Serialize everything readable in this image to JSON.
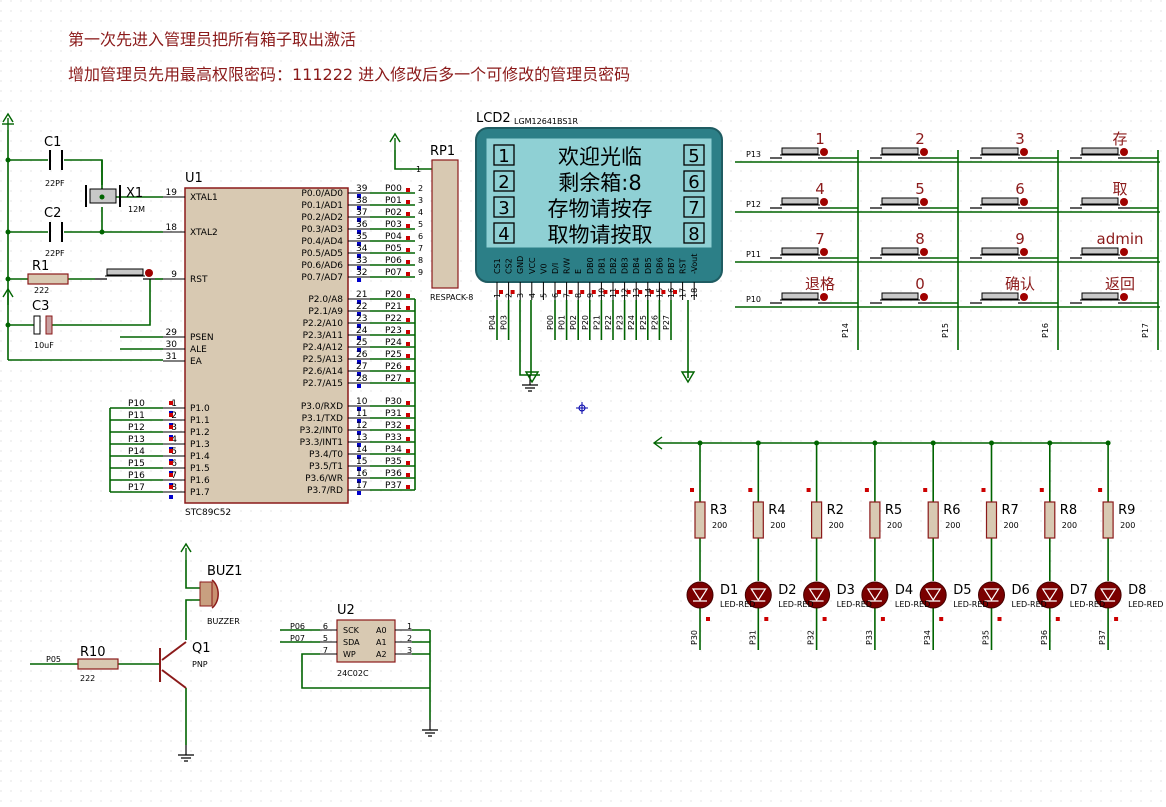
{
  "notes": {
    "line1": "第一次先进入管理员把所有箱子取出激活",
    "line2": "增加管理员先用最高权限密码：111222 进入修改后多一个可修改的管理员密码"
  },
  "mcu": {
    "ref": "U1",
    "part": "STC89C52",
    "left_pins": [
      {
        "num": "19",
        "name": "XTAL1"
      },
      {
        "num": "18",
        "name": "XTAL2"
      },
      {
        "num": "9",
        "name": "RST"
      },
      {
        "num": "29",
        "name": "PSEN"
      },
      {
        "num": "30",
        "name": "ALE"
      },
      {
        "num": "31",
        "name": "EA"
      },
      {
        "num": "1",
        "name": "P1.0",
        "net": "P10"
      },
      {
        "num": "2",
        "name": "P1.1",
        "net": "P11"
      },
      {
        "num": "3",
        "name": "P1.2",
        "net": "P12"
      },
      {
        "num": "4",
        "name": "P1.3",
        "net": "P13"
      },
      {
        "num": "5",
        "name": "P1.4",
        "net": "P14"
      },
      {
        "num": "6",
        "name": "P1.5",
        "net": "P15"
      },
      {
        "num": "7",
        "name": "P1.6",
        "net": "P16"
      },
      {
        "num": "8",
        "name": "P1.7",
        "net": "P17"
      }
    ],
    "right_pins": [
      {
        "num": "39",
        "name": "P0.0/AD0",
        "net": "P00"
      },
      {
        "num": "38",
        "name": "P0.1/AD1",
        "net": "P01"
      },
      {
        "num": "37",
        "name": "P0.2/AD2",
        "net": "P02"
      },
      {
        "num": "36",
        "name": "P0.3/AD3",
        "net": "P03"
      },
      {
        "num": "35",
        "name": "P0.4/AD4",
        "net": "P04"
      },
      {
        "num": "34",
        "name": "P0.5/AD5",
        "net": "P05"
      },
      {
        "num": "33",
        "name": "P0.6/AD6",
        "net": "P06"
      },
      {
        "num": "32",
        "name": "P0.7/AD7",
        "net": "P07"
      },
      {
        "num": "21",
        "name": "P2.0/A8",
        "net": "P20"
      },
      {
        "num": "22",
        "name": "P2.1/A9",
        "net": "P21"
      },
      {
        "num": "23",
        "name": "P2.2/A10",
        "net": "P22"
      },
      {
        "num": "24",
        "name": "P2.3/A11",
        "net": "P23"
      },
      {
        "num": "25",
        "name": "P2.4/A12",
        "net": "P24"
      },
      {
        "num": "26",
        "name": "P2.5/A13",
        "net": "P25"
      },
      {
        "num": "27",
        "name": "P2.6/A14",
        "net": "P26"
      },
      {
        "num": "28",
        "name": "P2.7/A15",
        "net": "P27"
      },
      {
        "num": "10",
        "name": "P3.0/RXD",
        "net": "P30"
      },
      {
        "num": "11",
        "name": "P3.1/TXD",
        "net": "P31"
      },
      {
        "num": "12",
        "name": "P3.2/INT0",
        "net": "P32"
      },
      {
        "num": "13",
        "name": "P3.3/INT1",
        "net": "P33"
      },
      {
        "num": "14",
        "name": "P3.4/T0",
        "net": "P34"
      },
      {
        "num": "15",
        "name": "P3.5/T1",
        "net": "P35"
      },
      {
        "num": "16",
        "name": "P3.6/WR",
        "net": "P36"
      },
      {
        "num": "17",
        "name": "P3.7/RD",
        "net": "P37"
      }
    ]
  },
  "passives": {
    "c1": {
      "ref": "C1",
      "value": "22PF"
    },
    "c2": {
      "ref": "C2",
      "value": "22PF"
    },
    "x1": {
      "ref": "X1",
      "value": "12M"
    },
    "r1": {
      "ref": "R1",
      "value": "222"
    },
    "c3": {
      "ref": "C3",
      "value": "10uF"
    },
    "rp1": {
      "ref": "RP1",
      "value": "RESPACK-8"
    },
    "r10": {
      "ref": "R10",
      "value": "222"
    }
  },
  "lcd": {
    "ref": "LCD2",
    "part": "LGM12641BS1R",
    "left_nums": [
      "1",
      "2",
      "3",
      "4"
    ],
    "right_nums": [
      "5",
      "6",
      "7",
      "8"
    ],
    "rows": [
      "欢迎光临",
      "剩余箱:8",
      "存物请按存",
      "取物请按取"
    ],
    "pins": [
      {
        "num": "1",
        "name": "CS1",
        "net": "P04"
      },
      {
        "num": "2",
        "name": "CS2",
        "net": "P03"
      },
      {
        "num": "3",
        "name": "GND",
        "net": ""
      },
      {
        "num": "4",
        "name": "VCC",
        "net": ""
      },
      {
        "num": "5",
        "name": "V0",
        "net": ""
      },
      {
        "num": "6",
        "name": "D/I",
        "net": "P00"
      },
      {
        "num": "7",
        "name": "R/W",
        "net": "P01"
      },
      {
        "num": "8",
        "name": "E",
        "net": "P02"
      },
      {
        "num": "9",
        "name": "DB0",
        "net": "P20"
      },
      {
        "num": "10",
        "name": "DB1",
        "net": "P21"
      },
      {
        "num": "11",
        "name": "DB2",
        "net": "P22"
      },
      {
        "num": "12",
        "name": "DB3",
        "net": "P23"
      },
      {
        "num": "13",
        "name": "DB4",
        "net": "P24"
      },
      {
        "num": "14",
        "name": "DB5",
        "net": "P25"
      },
      {
        "num": "15",
        "name": "DB6",
        "net": "P26"
      },
      {
        "num": "16",
        "name": "DB7",
        "net": "P27"
      },
      {
        "num": "17",
        "name": "RST",
        "net": ""
      },
      {
        "num": "18",
        "name": "-Vout",
        "net": ""
      }
    ]
  },
  "keypad": {
    "row_nets": [
      "P13",
      "P12",
      "P11",
      "P10"
    ],
    "col_nets": [
      "P14",
      "P15",
      "P16",
      "P17"
    ],
    "labels": [
      [
        "1",
        "2",
        "3",
        "存"
      ],
      [
        "4",
        "5",
        "6",
        "取"
      ],
      [
        "7",
        "8",
        "9",
        "admin"
      ],
      [
        "退格",
        "0",
        "确认",
        "返回"
      ]
    ]
  },
  "buzzer": {
    "ref": "BUZ1",
    "part": "BUZZER",
    "q_ref": "Q1",
    "q_part": "PNP",
    "net": "P05"
  },
  "eeprom": {
    "ref": "U2",
    "part": "24C02C",
    "pins": [
      {
        "num": "6",
        "name": "SCK",
        "net": "P06"
      },
      {
        "num": "5",
        "name": "SDA",
        "net": "P07"
      },
      {
        "num": "7",
        "name": "WP",
        "net": ""
      }
    ],
    "addr": [
      {
        "num": "1",
        "name": "A0"
      },
      {
        "num": "2",
        "name": "A1"
      },
      {
        "num": "3",
        "name": "A2"
      }
    ]
  },
  "leds": [
    {
      "r": "R3",
      "d": "D1",
      "net": "P30"
    },
    {
      "r": "R4",
      "d": "D2",
      "net": "P31"
    },
    {
      "r": "R2",
      "d": "D3",
      "net": "P32"
    },
    {
      "r": "R5",
      "d": "D4",
      "net": "P33"
    },
    {
      "r": "R6",
      "d": "D5",
      "net": "P34"
    },
    {
      "r": "R7",
      "d": "D6",
      "net": "P35"
    },
    {
      "r": "R8",
      "d": "D7",
      "net": "P36"
    },
    {
      "r": "R9",
      "d": "D8",
      "net": "P37"
    }
  ],
  "led_r_value": "200",
  "led_part": "LED-RED",
  "colors": {
    "wire": "#006400",
    "body": "#d8c9b2",
    "bodyStroke": "#8b1a1a",
    "lcd": "#8fd0d4",
    "lcdFrame": "#2c7f87",
    "led": "#b30000"
  }
}
